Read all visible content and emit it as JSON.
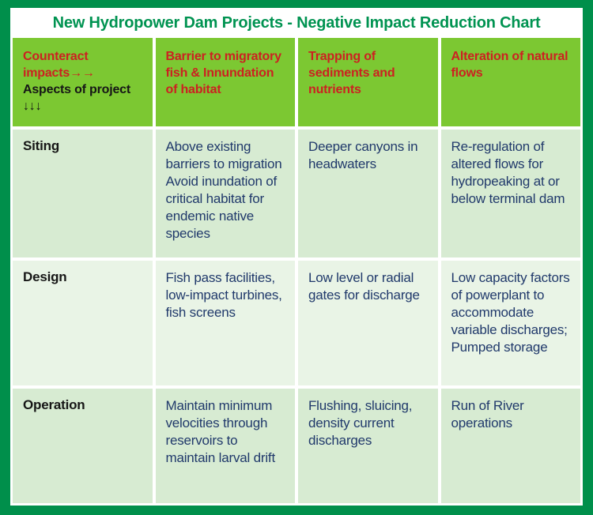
{
  "chart_data": {
    "type": "table",
    "title": "New Hydropower Dam Projects - Negative Impact Reduction Chart",
    "corner_header": {
      "red": "Counteract impacts→→",
      "black": "Aspects of project\n↓↓↓"
    },
    "column_headers": [
      "Barrier to migratory fish & Innundation of habitat",
      "Trapping of sediments and nutrients",
      "Alteration of natural flows"
    ],
    "rows": [
      {
        "label": "Siting",
        "cells": [
          "Above existing barriers to migration\nAvoid inundation of critical habitat for endemic native species",
          "Deeper canyons in headwaters",
          "Re-regulation of altered flows for hydropeaking at or below terminal dam"
        ]
      },
      {
        "label": "Design",
        "cells": [
          "Fish pass facilities, low-impact turbines, fish screens",
          "Low level or radial gates for discharge",
          "Low capacity factors of powerplant to accommodate variable discharges; Pumped storage"
        ]
      },
      {
        "label": "Operation",
        "cells": [
          "Maintain minimum velocities through reservoirs to maintain larval drift",
          "Flushing, sluicing, density current discharges",
          "Run of River operations"
        ]
      }
    ],
    "layout_hints": {
      "grid": "4 columns x 4 rows, white cell spacing, dark green outer frame"
    }
  },
  "colors": {
    "frame_green": "#008f4b",
    "header_green": "#7cc832",
    "header_text_red": "#cc2121",
    "body_text_navy": "#20396b",
    "row_bg_light_green": "#d7ebd2",
    "row_bg_pale_green": "#e9f4e6",
    "title_text_green": "#009351",
    "black_text": "#161616",
    "gap_white": "#ffffff"
  }
}
